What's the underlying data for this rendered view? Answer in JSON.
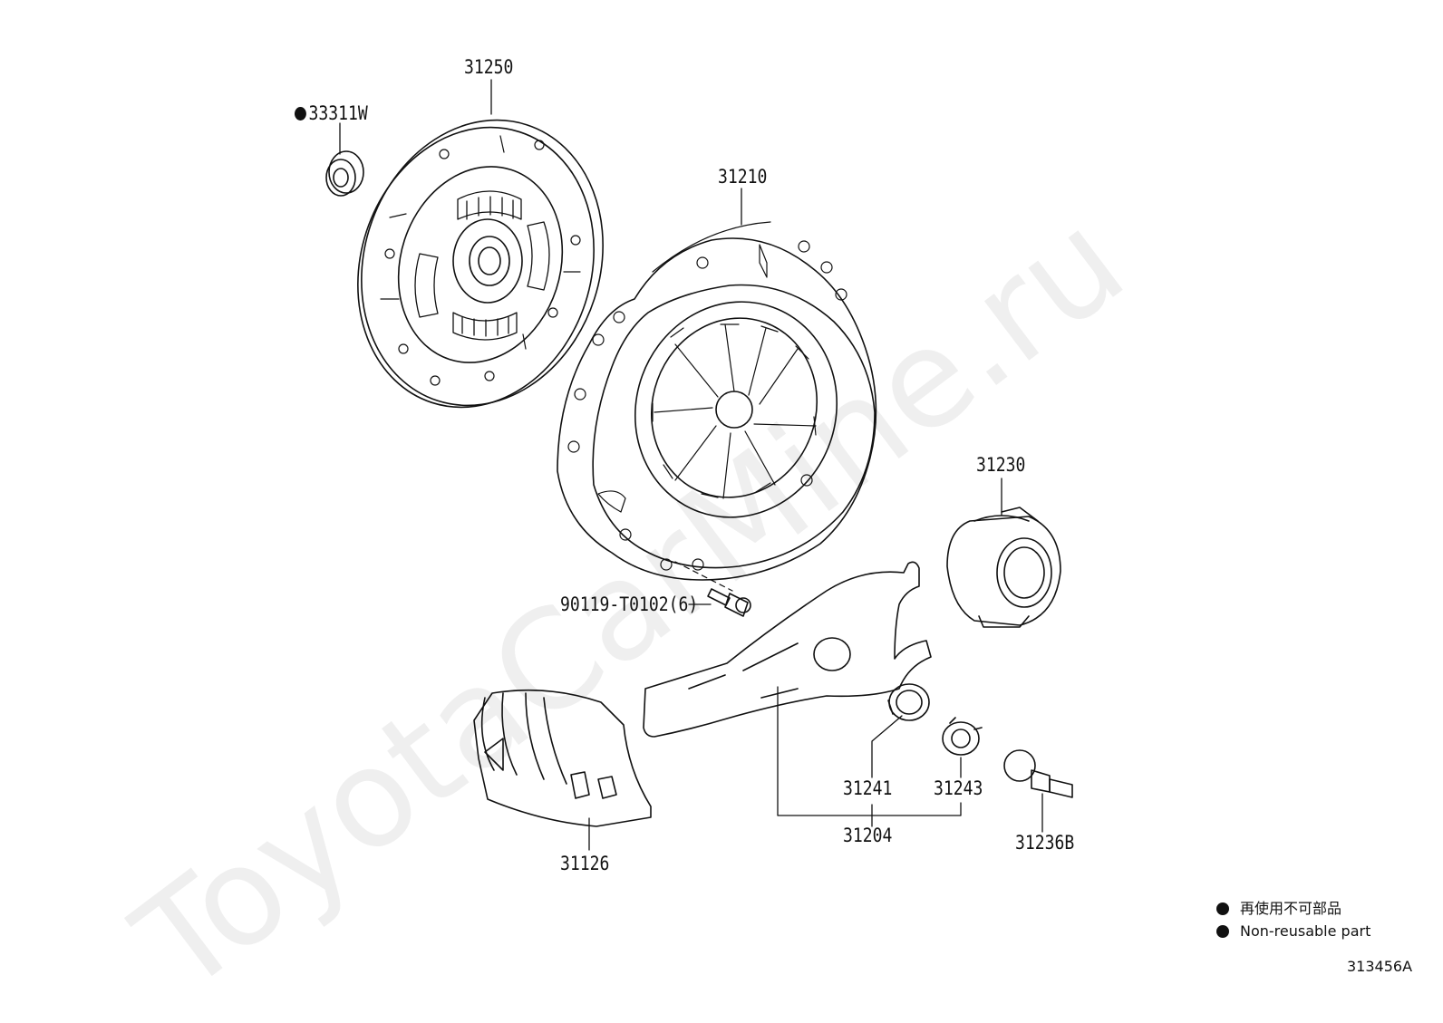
{
  "watermark": "ToyotaCarMine.ru",
  "callouts": {
    "p33311w": "33311W",
    "p31250": "31250",
    "p31210": "31210",
    "p31230": "31230",
    "bolt": "90119-T0102(6)",
    "p31241": "31241",
    "p31243": "31243",
    "p31204": "31204",
    "p31236b": "31236B",
    "p31126": "31126"
  },
  "legend": {
    "line_ja": "再使用不可部品",
    "line_en": "Non-reusable part"
  },
  "figure_id": "313456A",
  "colors": {
    "line": "#111111",
    "watermark": "#efefef"
  }
}
